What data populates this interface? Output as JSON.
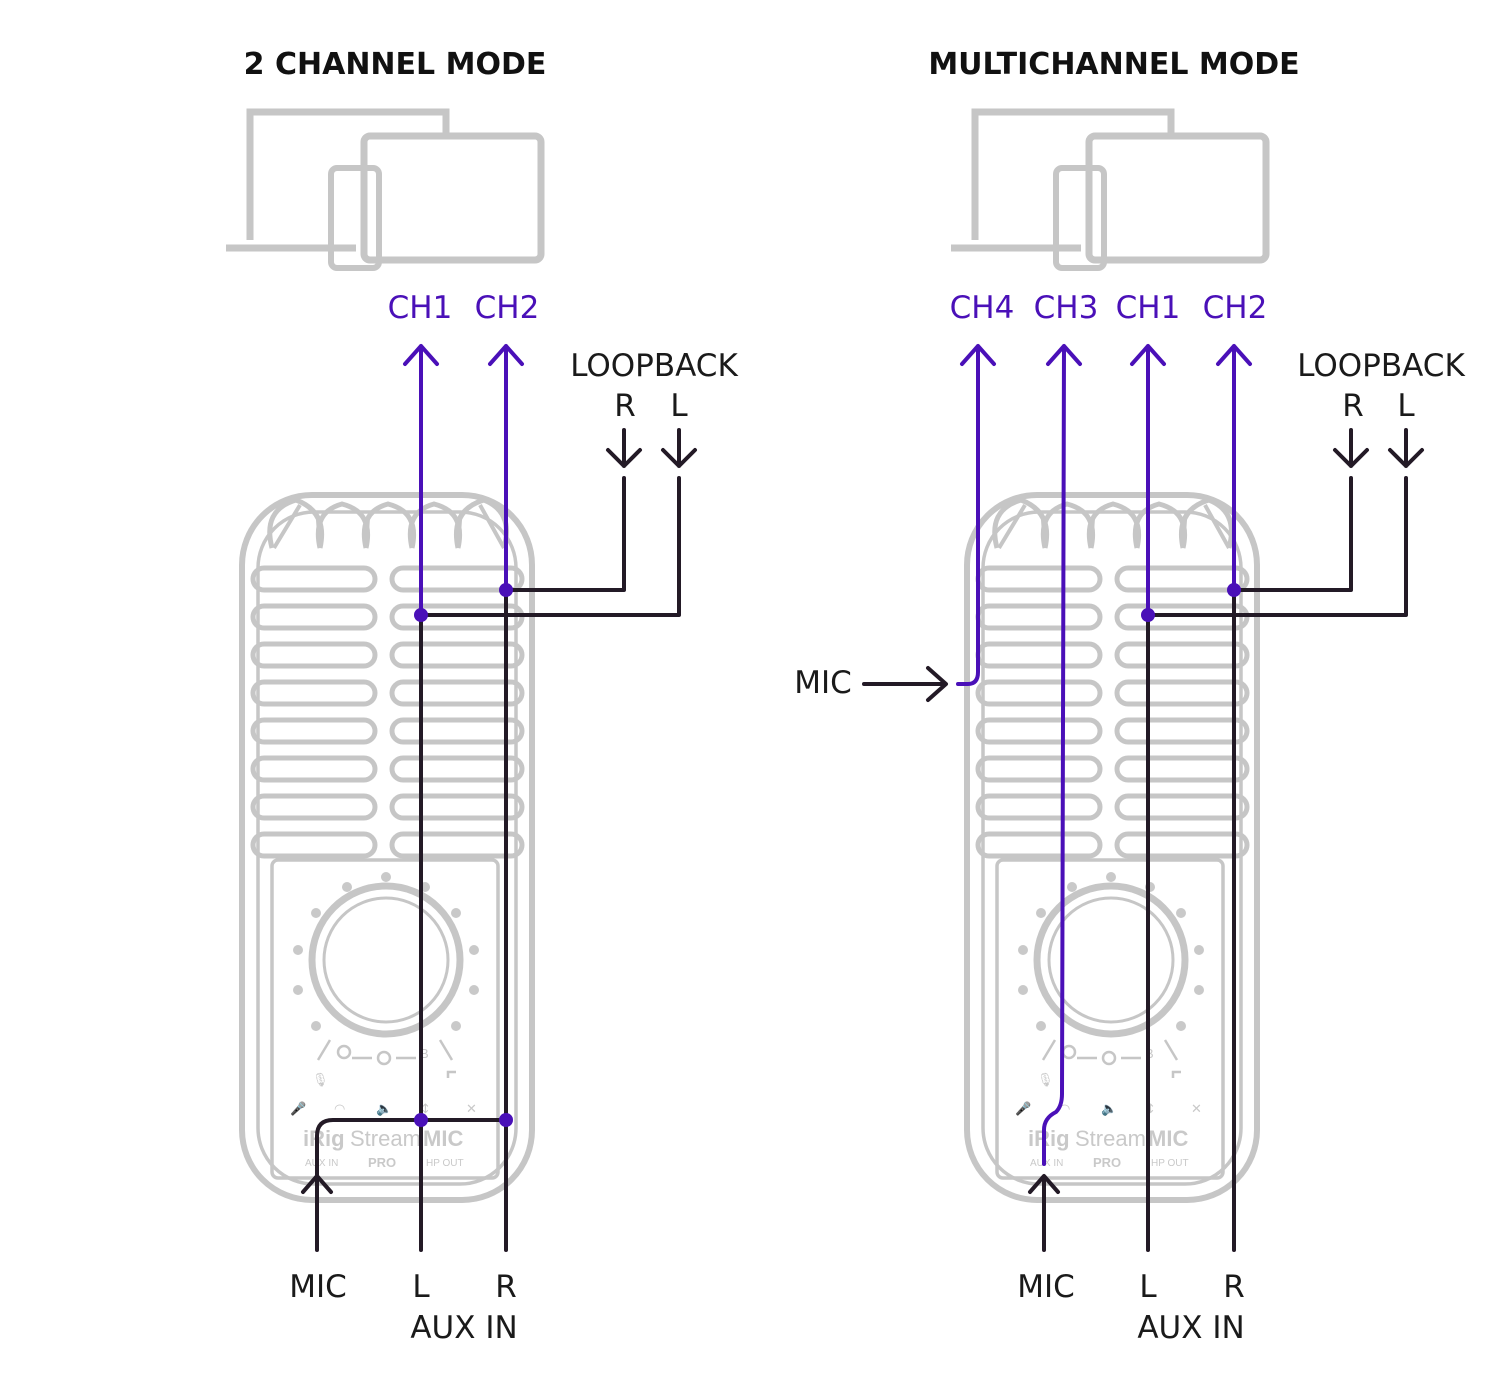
{
  "colors": {
    "accent": "#4a10b8",
    "wire": "#231a26",
    "device": "#c6c6c6",
    "text": "#1a1a1a"
  },
  "left": {
    "title": "2 CHANNEL MODE",
    "channels": [
      "CH1",
      "CH2"
    ],
    "loopback": {
      "label": "LOOPBACK",
      "r": "R",
      "l": "L"
    },
    "inputs": {
      "mic": "MIC",
      "l": "L",
      "r": "R",
      "aux": "AUX IN"
    }
  },
  "right": {
    "title": "MULTICHANNEL MODE",
    "channels": [
      "CH4",
      "CH3",
      "CH1",
      "CH2"
    ],
    "loopback": {
      "label": "LOOPBACK",
      "r": "R",
      "l": "L"
    },
    "mic_side": "MIC",
    "inputs": {
      "mic": "MIC",
      "l": "L",
      "r": "R",
      "aux": "AUX IN"
    }
  },
  "device": {
    "brand_irig": "iRig",
    "brand_stream": "Stream",
    "brand_mic": "MIC",
    "pro": "PRO",
    "aux_in": "AUX IN",
    "hp_out": "HP OUT"
  },
  "icons": [
    "laptop-icon",
    "tablet-icon",
    "phone-icon",
    "microphone-device"
  ]
}
